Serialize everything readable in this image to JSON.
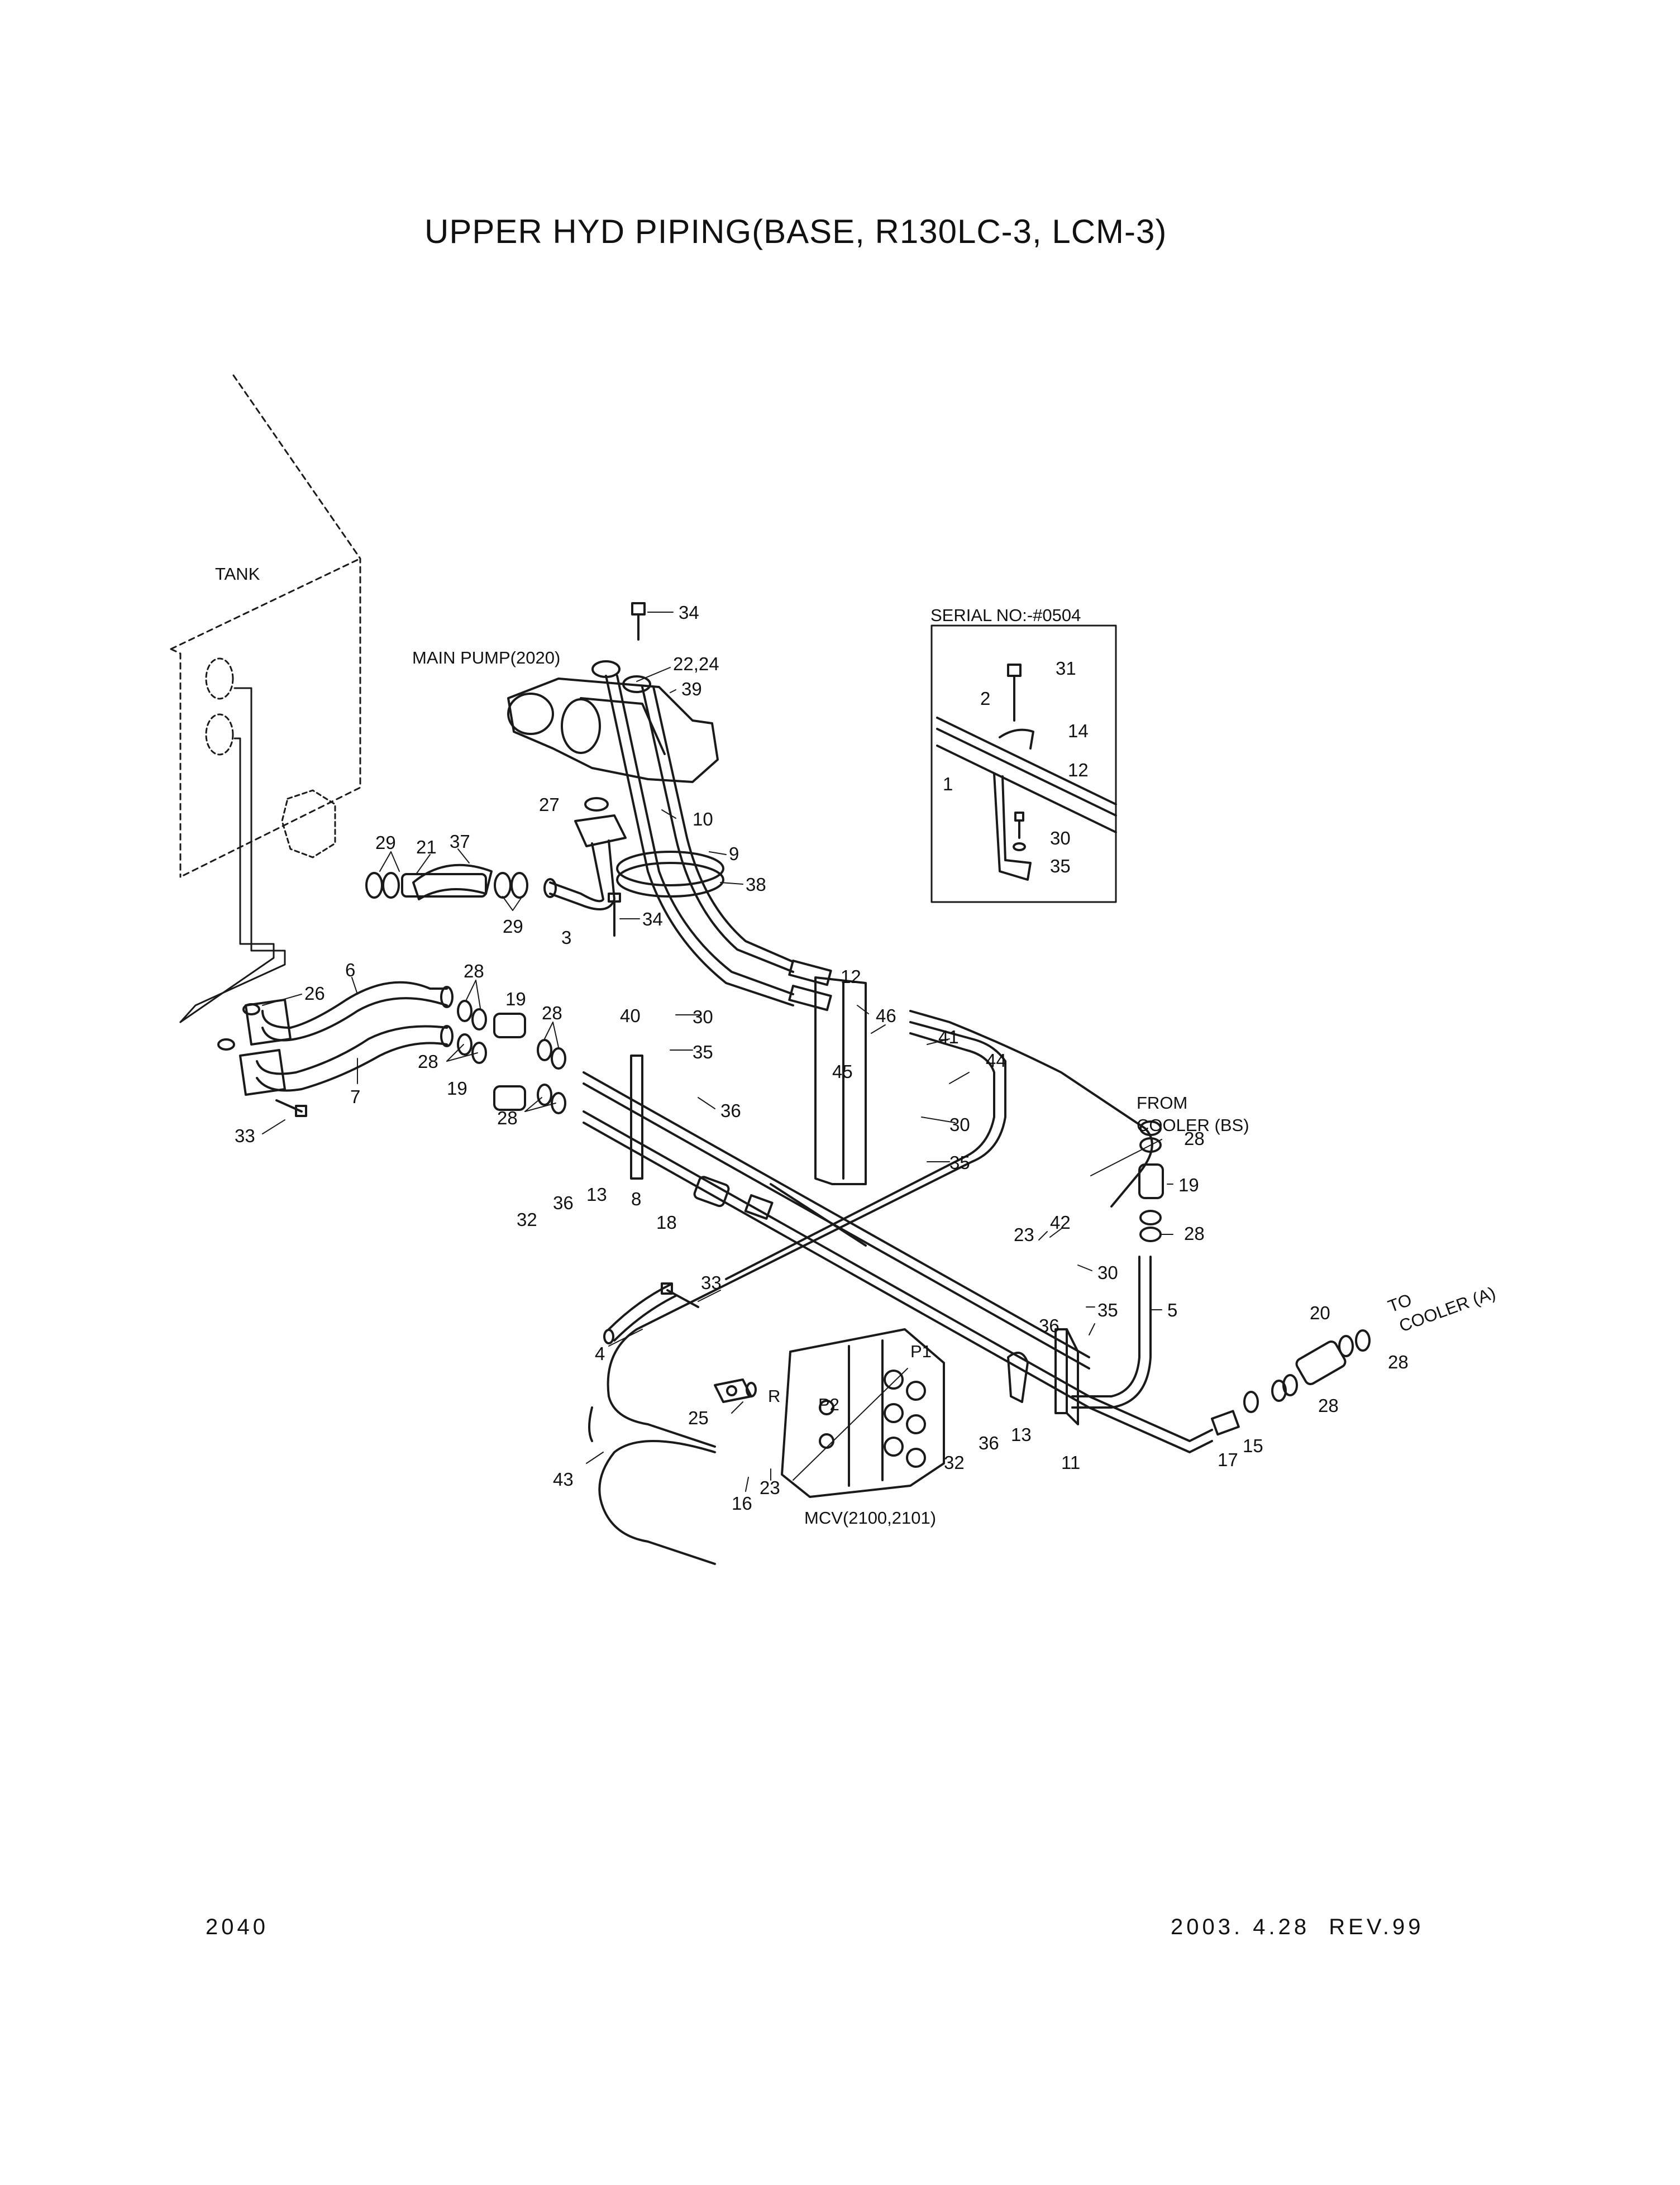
{
  "title": "UPPER HYD PIPING(BASE, R130LC-3, LCM-3)",
  "footer": {
    "page_code": "2040",
    "date_rev": "2003. 4.28  REV.99"
  },
  "components": {
    "tank": "TANK",
    "main_pump": "MAIN PUMP(2020)",
    "mcv": "MCV(2100,2101)",
    "from_cooler_1": "FROM",
    "from_cooler_2": "COOLER (BS)",
    "to_cooler_1": "TO",
    "to_cooler_2": "COOLER (A)",
    "serial": "SERIAL NO:-#0504",
    "port_p1": "P1",
    "port_p2": "P2",
    "port_r": "R"
  },
  "callouts": [
    "34",
    "22,24",
    "39",
    "27",
    "10",
    "9",
    "38",
    "3",
    "34",
    "37",
    "21",
    "29",
    "29",
    "6",
    "26",
    "7",
    "33",
    "28",
    "19",
    "28",
    "28",
    "19",
    "28",
    "30",
    "35",
    "40",
    "36",
    "32",
    "36",
    "13",
    "8",
    "18",
    "12",
    "46",
    "45",
    "41",
    "44",
    "30",
    "35",
    "28",
    "19",
    "28",
    "42",
    "23",
    "30",
    "35",
    "5",
    "36",
    "33",
    "4",
    "25",
    "23",
    "16",
    "43",
    "32",
    "36",
    "13",
    "11",
    "17",
    "15",
    "20",
    "28",
    "28",
    "P1",
    "31",
    "2",
    "14",
    "12",
    "1",
    "30",
    "35"
  ]
}
